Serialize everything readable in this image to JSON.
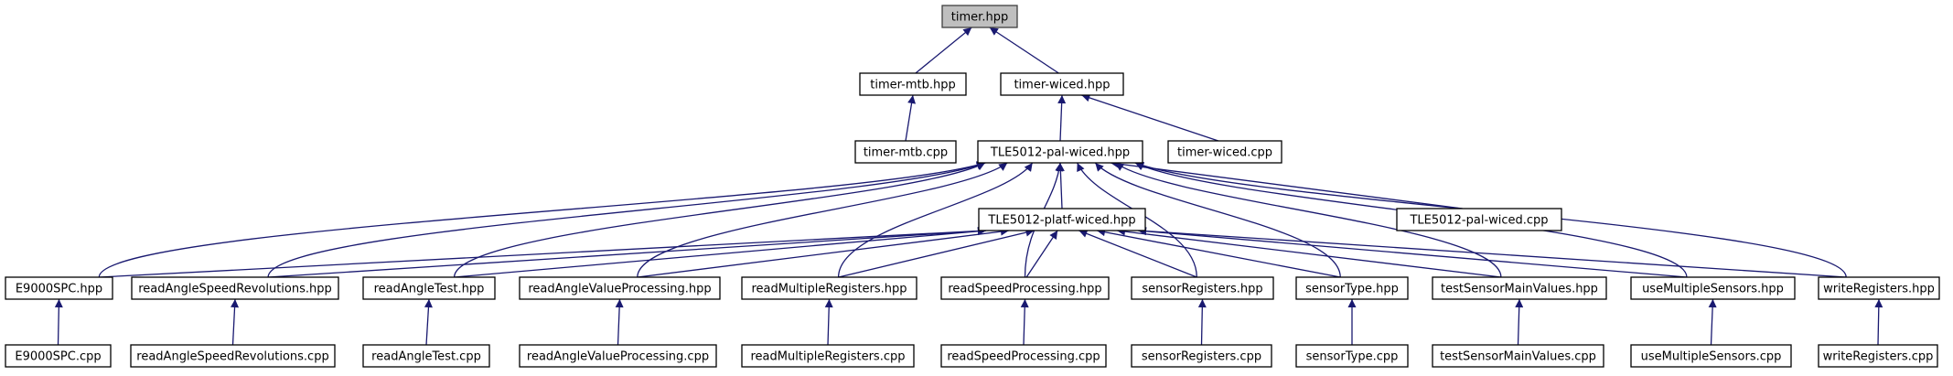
{
  "nodes": [
    {
      "id": "timer_hpp",
      "label": "timer.hpp",
      "root": true
    },
    {
      "id": "timer_mtb_hpp",
      "label": "timer-mtb.hpp"
    },
    {
      "id": "timer_wiced_hpp",
      "label": "timer-wiced.hpp"
    },
    {
      "id": "timer_mtb_cpp",
      "label": "timer-mtb.cpp"
    },
    {
      "id": "pal_wiced_hpp",
      "label": "TLE5012-pal-wiced.hpp"
    },
    {
      "id": "timer_wiced_cpp",
      "label": "timer-wiced.cpp"
    },
    {
      "id": "platf_wiced_hpp",
      "label": "TLE5012-platf-wiced.hpp"
    },
    {
      "id": "pal_wiced_cpp",
      "label": "TLE5012-pal-wiced.cpp"
    },
    {
      "id": "e9000spc_hpp",
      "label": "E9000SPC.hpp"
    },
    {
      "id": "rasr_hpp",
      "label": "readAngleSpeedRevolutions.hpp"
    },
    {
      "id": "rat_hpp",
      "label": "readAngleTest.hpp"
    },
    {
      "id": "ravp_hpp",
      "label": "readAngleValueProcessing.hpp"
    },
    {
      "id": "rmr_hpp",
      "label": "readMultipleRegisters.hpp"
    },
    {
      "id": "rsp_hpp",
      "label": "readSpeedProcessing.hpp"
    },
    {
      "id": "sr_hpp",
      "label": "sensorRegisters.hpp"
    },
    {
      "id": "st_hpp",
      "label": "sensorType.hpp"
    },
    {
      "id": "tsmv_hpp",
      "label": "testSensorMainValues.hpp"
    },
    {
      "id": "ums_hpp",
      "label": "useMultipleSensors.hpp"
    },
    {
      "id": "wr_hpp",
      "label": "writeRegisters.hpp"
    },
    {
      "id": "e9000spc_cpp",
      "label": "E9000SPC.cpp"
    },
    {
      "id": "rasr_cpp",
      "label": "readAngleSpeedRevolutions.cpp"
    },
    {
      "id": "rat_cpp",
      "label": "readAngleTest.cpp"
    },
    {
      "id": "ravp_cpp",
      "label": "readAngleValueProcessing.cpp"
    },
    {
      "id": "rmr_cpp",
      "label": "readMultipleRegisters.cpp"
    },
    {
      "id": "rsp_cpp",
      "label": "readSpeedProcessing.cpp"
    },
    {
      "id": "sr_cpp",
      "label": "sensorRegisters.cpp"
    },
    {
      "id": "st_cpp",
      "label": "sensorType.cpp"
    },
    {
      "id": "tsmv_cpp",
      "label": "testSensorMainValues.cpp"
    },
    {
      "id": "ums_cpp",
      "label": "useMultipleSensors.cpp"
    },
    {
      "id": "wr_cpp",
      "label": "writeRegisters.cpp"
    }
  ],
  "edges": [
    {
      "from": "timer_mtb_hpp",
      "to": "timer_hpp"
    },
    {
      "from": "timer_wiced_hpp",
      "to": "timer_hpp"
    },
    {
      "from": "timer_mtb_cpp",
      "to": "timer_mtb_hpp"
    },
    {
      "from": "pal_wiced_hpp",
      "to": "timer_wiced_hpp"
    },
    {
      "from": "timer_wiced_cpp",
      "to": "timer_wiced_hpp"
    },
    {
      "from": "platf_wiced_hpp",
      "to": "pal_wiced_hpp"
    },
    {
      "from": "pal_wiced_cpp",
      "to": "pal_wiced_hpp"
    },
    {
      "from": "e9000spc_hpp",
      "to": "pal_wiced_hpp"
    },
    {
      "from": "rasr_hpp",
      "to": "pal_wiced_hpp"
    },
    {
      "from": "rat_hpp",
      "to": "pal_wiced_hpp"
    },
    {
      "from": "ravp_hpp",
      "to": "pal_wiced_hpp"
    },
    {
      "from": "rmr_hpp",
      "to": "pal_wiced_hpp"
    },
    {
      "from": "rsp_hpp",
      "to": "pal_wiced_hpp"
    },
    {
      "from": "sr_hpp",
      "to": "pal_wiced_hpp"
    },
    {
      "from": "st_hpp",
      "to": "pal_wiced_hpp"
    },
    {
      "from": "tsmv_hpp",
      "to": "pal_wiced_hpp"
    },
    {
      "from": "ums_hpp",
      "to": "pal_wiced_hpp"
    },
    {
      "from": "wr_hpp",
      "to": "pal_wiced_hpp"
    },
    {
      "from": "e9000spc_hpp",
      "to": "platf_wiced_hpp"
    },
    {
      "from": "rasr_hpp",
      "to": "platf_wiced_hpp"
    },
    {
      "from": "rat_hpp",
      "to": "platf_wiced_hpp"
    },
    {
      "from": "ravp_hpp",
      "to": "platf_wiced_hpp"
    },
    {
      "from": "rmr_hpp",
      "to": "platf_wiced_hpp"
    },
    {
      "from": "rsp_hpp",
      "to": "platf_wiced_hpp"
    },
    {
      "from": "sr_hpp",
      "to": "platf_wiced_hpp"
    },
    {
      "from": "st_hpp",
      "to": "platf_wiced_hpp"
    },
    {
      "from": "tsmv_hpp",
      "to": "platf_wiced_hpp"
    },
    {
      "from": "ums_hpp",
      "to": "platf_wiced_hpp"
    },
    {
      "from": "wr_hpp",
      "to": "platf_wiced_hpp"
    },
    {
      "from": "e9000spc_cpp",
      "to": "e9000spc_hpp"
    },
    {
      "from": "rasr_cpp",
      "to": "rasr_hpp"
    },
    {
      "from": "rat_cpp",
      "to": "rat_hpp"
    },
    {
      "from": "ravp_cpp",
      "to": "ravp_hpp"
    },
    {
      "from": "rmr_cpp",
      "to": "rmr_hpp"
    },
    {
      "from": "rsp_cpp",
      "to": "rsp_hpp"
    },
    {
      "from": "sr_cpp",
      "to": "sr_hpp"
    },
    {
      "from": "st_cpp",
      "to": "st_hpp"
    },
    {
      "from": "tsmv_cpp",
      "to": "tsmv_hpp"
    },
    {
      "from": "ums_cpp",
      "to": "ums_hpp"
    },
    {
      "from": "wr_cpp",
      "to": "wr_hpp"
    }
  ],
  "colors": {
    "edge": "#191970",
    "root_fill": "#bfbfbf",
    "node_stroke": "#000000"
  }
}
